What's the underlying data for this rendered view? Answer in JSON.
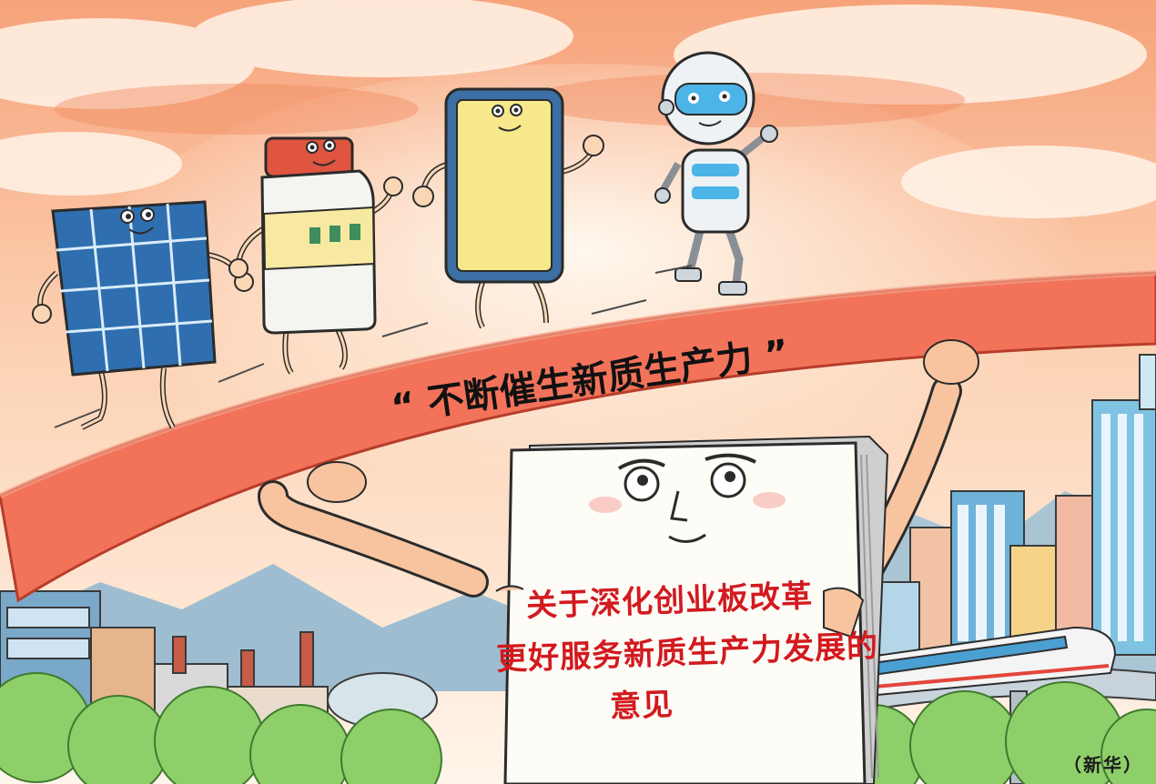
{
  "banner_text": "“ 不断催生新质生产力 ”",
  "document": {
    "line1": "关于深化创业板改革",
    "line2": "更好服务新质生产力发展的",
    "line3": "意见"
  },
  "credit": "（新华）",
  "colors": {
    "sky_top": "#f6a37a",
    "sky_mid": "#fde3c8",
    "arch_fill": "#f2735a",
    "arch_edge": "#c2432f",
    "document_text": "#d21a1f",
    "solar_panel_blue": "#2f6fb0",
    "phone_screen": "#f7e88b",
    "bottle_cap": "#e0553f",
    "robot_visor": "#4cb4e6",
    "foliage": "#8fcf6a"
  }
}
